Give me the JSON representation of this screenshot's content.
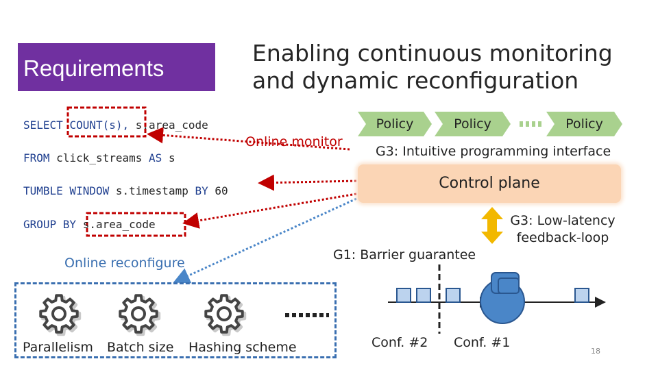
{
  "requirements_label": "Requirements",
  "headline": "Enabling continuous monitoring and dynamic reconfiguration",
  "query": {
    "select_kw": "SELECT",
    "select_count": "COUNT(s),",
    "select_field": "s.area_code",
    "from_kw": "FROM",
    "from_table": "click_streams",
    "as_kw": "AS",
    "alias": "s",
    "tumble_kw": "TUMBLE WINDOW",
    "tumble_field": "s.timestamp",
    "by_kw": "BY",
    "tumble_value": "60",
    "group_kw": "GROUP BY",
    "group_field": "s.area_code"
  },
  "online_monitor": "Online monitor",
  "online_reconfigure": "Online reconfigure",
  "policies": [
    "Policy",
    "Policy",
    "Policy"
  ],
  "g3_interface": "G3: Intuitive programming interface",
  "control_plane": "Control plane",
  "g3_feedback_line1": "G3: Low-latency",
  "g3_feedback_line2": "feedback-loop",
  "g1_barrier": "G1: Barrier guarantee",
  "conf2": "Conf. #2",
  "conf1": "Conf. #1",
  "resources": [
    {
      "label": "Parallelism",
      "icon": "gear-icon"
    },
    {
      "label": "Batch size",
      "icon": "gear-icon"
    },
    {
      "label": "Hashing scheme",
      "icon": "gear-icon"
    }
  ],
  "page_number": "18",
  "colors": {
    "purple": "#7030a0",
    "red": "#c00000",
    "green": "#a9d18e",
    "orange": "#fbd5b5",
    "blue": "#4a86c8",
    "gold": "#f2b800"
  }
}
